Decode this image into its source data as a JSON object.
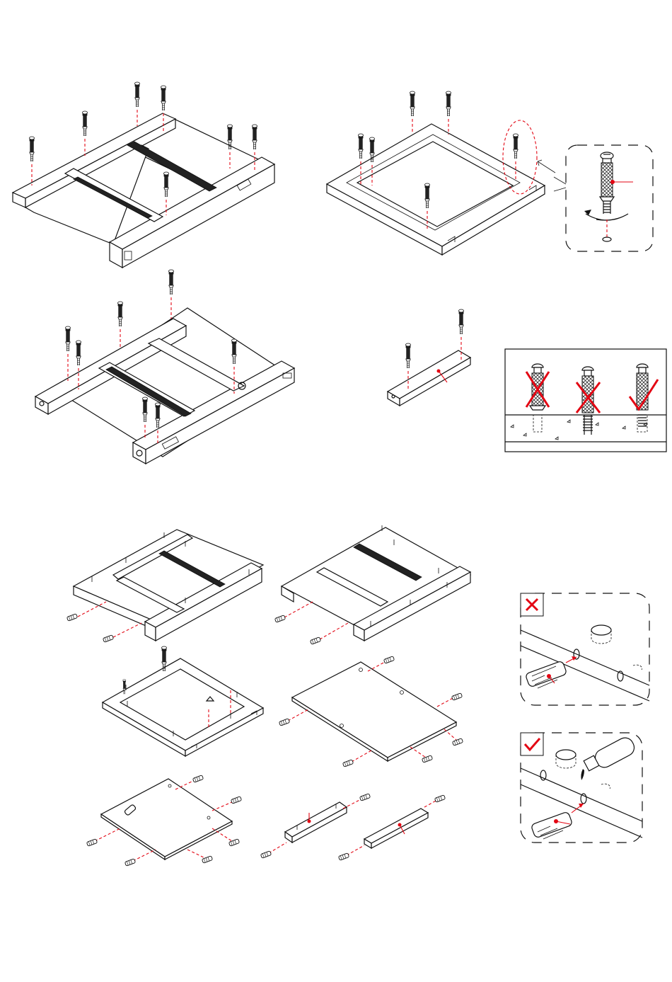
{
  "colors": {
    "ink": "#111111",
    "marker": "#e30613",
    "paper": "#ffffff"
  },
  "icons": {
    "cam_bolt": "cam-bolt-icon",
    "wooden_dowel": "wooden-dowel-icon",
    "glue_bottle": "glue-bottle-icon",
    "wrong_mark": "cross-mark-icon",
    "right_mark": "check-mark-icon",
    "rotate_arrow": "rotate-arrow-icon"
  },
  "panels": [
    "frame-with-slides-cam-bolts",
    "square-frame-cam-bolts",
    "cam-bolt-screw-detail",
    "frame-bottom-view-cam-bolts",
    "rail-cam-bolts",
    "cam-bolt-depth-guide",
    "frame-dowel-insertion-a",
    "frame-dowel-insertion-b",
    "square-frame-dowels",
    "large-board-dowels",
    "small-board-dowels",
    "rail-dowels",
    "dowel-wrong-method",
    "dowel-right-method"
  ],
  "depth_guide": {
    "states": [
      "too-deep",
      "too-shallow",
      "correct"
    ]
  }
}
